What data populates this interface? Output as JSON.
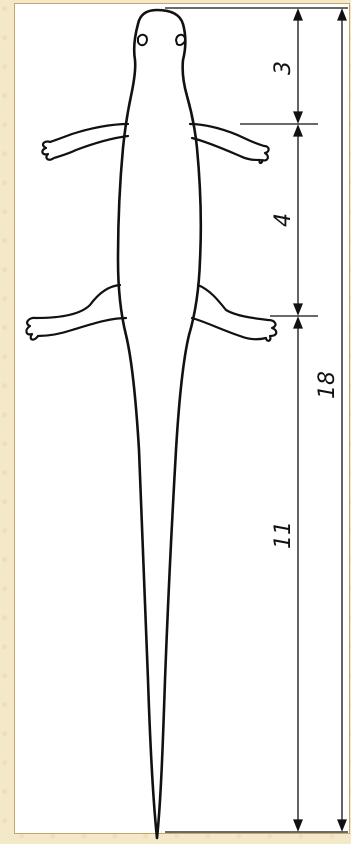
{
  "figure": {
    "labels": {
      "head": "3",
      "body": "4",
      "tail": "11",
      "total": "18"
    },
    "colors": {
      "frame": "#c9a46a",
      "background": "#f3e8c8",
      "ink": "#111111"
    }
  }
}
